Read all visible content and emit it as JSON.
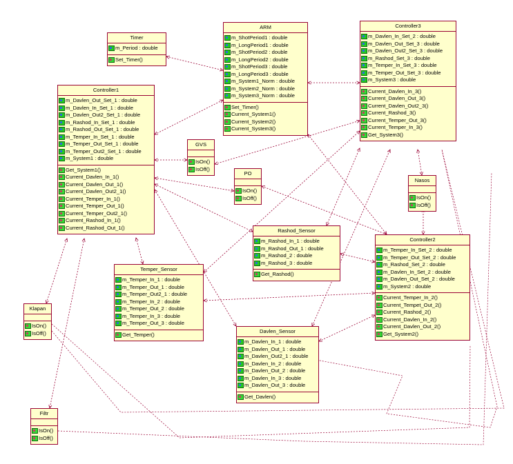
{
  "colors": {
    "border": "#990033",
    "fill": "#ffffcc",
    "link": "#990033",
    "icon": "#22cc22"
  },
  "classes": {
    "timer": {
      "title": "Timer",
      "attributes": [
        "m_Period : double"
      ],
      "operations": [
        "Set_Timer()"
      ]
    },
    "arm": {
      "title": "ARM",
      "attributes": [
        "m_ShotPeriod1 : double",
        "m_LongPeriod1 : double",
        "m_ShotPeriod2 : double",
        "m_LongPeriod2 : double",
        "m_ShotPeriod3 : double",
        "m_LongPeriod3 : double",
        "m_System1_Norm : double",
        "m_System2_Norm : double",
        "m_System3_Norm : double"
      ],
      "operations": [
        "Set_Timer()",
        "Current_System1()",
        "Current_System2()",
        "Current_System3()"
      ]
    },
    "controller3": {
      "title": "Controller3",
      "attributes": [
        "m_Davlen_In_Set_2 : double",
        "m_Davlen_Out_Set_3 : double",
        "m_Davlen_Out2_Set_3 : double",
        "m_Rashod_Set_3 : double",
        "m_Temper_In_Set_3 : double",
        "m_Temper_Out_Set_3 : double",
        "m_System3 : double"
      ],
      "operations": [
        "Current_Davlen_In_3()",
        "Current_Davlen_Out_3()",
        "Current_Davlen_Out2_3()",
        "Current_Rashod_3()",
        "Current_Temper_Out_3()",
        "Current_Temper_In_3()",
        "Get_System3()"
      ]
    },
    "controller1": {
      "title": "Controller1",
      "attributes": [
        "m_Davlen_Out_Set_1 : double",
        "m_Davlen_In_Set_1 : double",
        "m_Davlen_Out2_Set_1 : double",
        "m_Rashod_In_Set_1 : double",
        "m_Rashod_Out_Set_1 : double",
        "m_Temper_In_Set_1 : double",
        "m_Temper_Out_Set_1 : double",
        "m_Temper_Out2_Set_1 : double",
        "m_System1 : double"
      ],
      "operations": [
        "Get_System1()",
        "Current_Davlen_In_1()",
        "Current_Davlen_Out_1()",
        "Current_Davlen_Out2_1()",
        "Current_Temper_In_1()",
        "Current_Temper_Out_1()",
        "Current_Temper_Out2_1()",
        "Current_Rashod_In_1()",
        "Current_Rashod_Out_1()"
      ]
    },
    "gvs": {
      "title": "GVS",
      "attributes": [],
      "operations": [
        "IsOn()",
        "IsOff()"
      ]
    },
    "po": {
      "title": "PO",
      "attributes": [],
      "operations": [
        "IsOn()",
        "IsOff()"
      ]
    },
    "nasos": {
      "title": "Nasos",
      "attributes": [],
      "operations": [
        "IsOn()",
        "IsOff()"
      ]
    },
    "rashod_sensor": {
      "title": "Rashod_Sensor",
      "attributes": [
        "m_Rashod_In_1 : double",
        "m_Rashod_Out_1 : double",
        "m_Rashod_2 : double",
        "m_Rashod_3 : double"
      ],
      "operations": [
        "Get_Rashod()"
      ]
    },
    "controller2": {
      "title": "Controller2",
      "attributes": [
        "m_Temper_In_Set_2 : double",
        "m_Temper_Out_Set_2 : double",
        "m_Rashod_Set_2 : double",
        "m_Davlen_In_Set_2 : double",
        "m_Davlen_Out_Set_2 : double",
        "m_System2 : double"
      ],
      "operations": [
        "Current_Temper_In_2()",
        "Current_Tempet_Out_2()",
        "Current_Rashod_2()",
        "Current_Davlen_In_2()",
        "Current_Davlen_Out_2()",
        "Get_System2()"
      ]
    },
    "temper_sensor": {
      "title": "Temper_Sensor",
      "attributes": [
        "m_Temper_In_1 : double",
        "m_Temper_Out_1 : double",
        "m_Temper_Out2_1 : double",
        "m_Temper_In_2 : double",
        "m_Temper_Out_2 : double",
        "m_Temper_In_3 : double",
        "m_Temper_Out_3 : double"
      ],
      "operations": [
        "Get_Temper()"
      ]
    },
    "klapan": {
      "title": "Klapan",
      "attributes": [],
      "operations": [
        "IsOn()",
        "IsOff()"
      ]
    },
    "davlen_sensor": {
      "title": "Davlen_Sensor",
      "attributes": [
        "m_Davlen_In_1 : double",
        "m_Davlen_Out_1 : double",
        "m_Davlen_Out2_1 : double",
        "m_Davlen_In_2 : double",
        "m_Davlen_Out_2 : double",
        "m_Davlen_In_3 : double",
        "m_Davlen_Out_3 : double"
      ],
      "operations": [
        "Get_Davlen()"
      ]
    },
    "filtr": {
      "title": "Filtr",
      "attributes": [],
      "operations": [
        "IsOn()",
        "IsOff()"
      ]
    }
  }
}
